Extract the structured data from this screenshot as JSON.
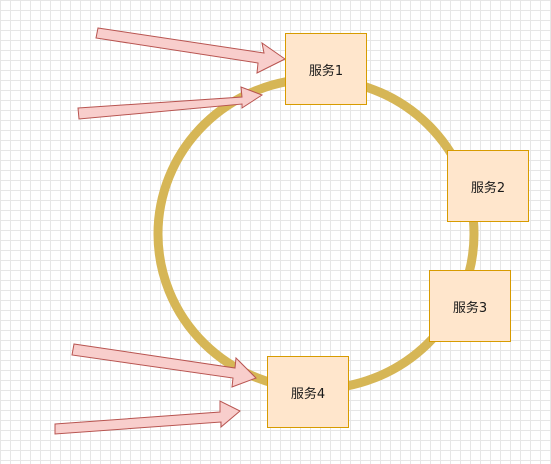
{
  "diagram": {
    "nodes": [
      {
        "id": "node-1",
        "label": "服务1"
      },
      {
        "id": "node-2",
        "label": "服务2"
      },
      {
        "id": "node-3",
        "label": "服务3"
      },
      {
        "id": "node-4",
        "label": "服务4"
      }
    ],
    "colors": {
      "ring": "#d6b656",
      "node_fill": "#ffe6cc",
      "node_stroke": "#d79b00",
      "arrow_fill": "#f8cecc",
      "arrow_stroke": "#b85450",
      "grid": "#e6e6e6"
    }
  }
}
